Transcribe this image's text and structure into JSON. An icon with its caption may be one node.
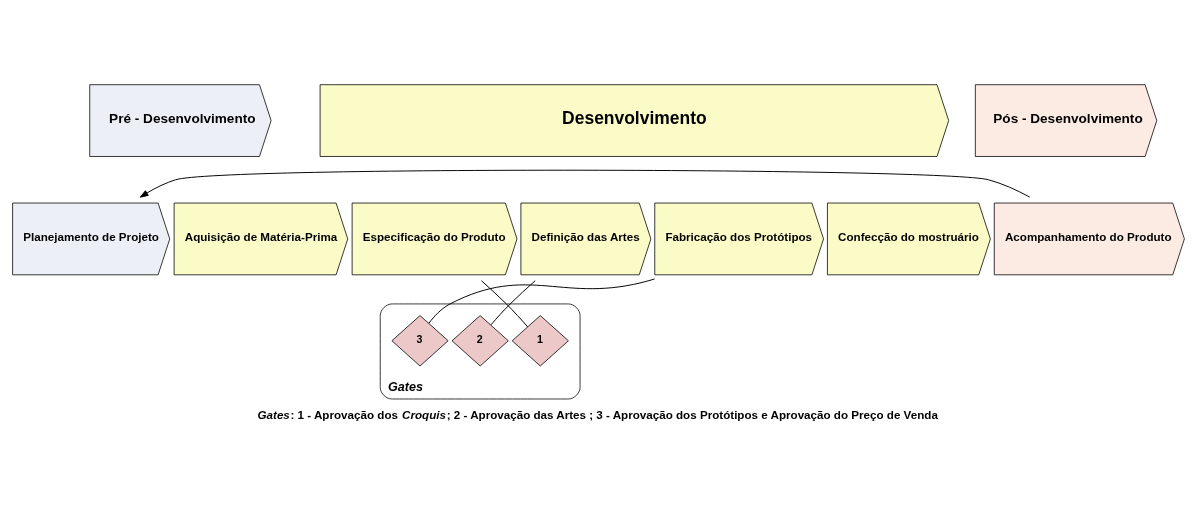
{
  "diagram": {
    "caption": "*Gates*: 1 - Aprovação dos *Croquis*; 2 - Aprovação das Artes ; 3 - Aprovação dos Protótipos e Aprovação do Preço de Venda",
    "nodes": [
      {
        "text": [
          "Pré - Desenvolvimento"
        ]
      },
      {
        "text": [
          "Desenvolvimento"
        ]
      },
      {
        "text": [
          "Pós - Desenvolvimento"
        ]
      },
      {
        "text": [
          "Planejamento de Projeto"
        ]
      },
      {
        "text": [
          "Aquisição de Matéria-Prima"
        ]
      },
      {
        "text": [
          "Especificação do Produto"
        ]
      },
      {
        "text": [
          "Definição das Artes"
        ]
      },
      {
        "text": [
          "Fabricação dos Protótipos"
        ]
      },
      {
        "text": [
          "Confecção do mostruário"
        ]
      },
      {
        "text": [
          "Acompanhamento do Produto"
        ]
      },
      {
        "text": [
          "Gates"
        ]
      },
      {
        "text": [
          "1"
        ],
        "in": 10
      },
      {
        "text": [
          "2"
        ],
        "in": 10
      },
      {
        "text": [
          "3"
        ],
        "in": 10
      }
    ],
    "edges": [
      {
        "from": 9,
        "to": 3,
        "arrow": "to"
      },
      {
        "from": 11,
        "to": 5,
        "arrow": "none"
      },
      {
        "from": 12,
        "to": 6,
        "arrow": "none"
      },
      {
        "from": 13,
        "to": 7,
        "arrow": "none"
      }
    ]
  }
}
